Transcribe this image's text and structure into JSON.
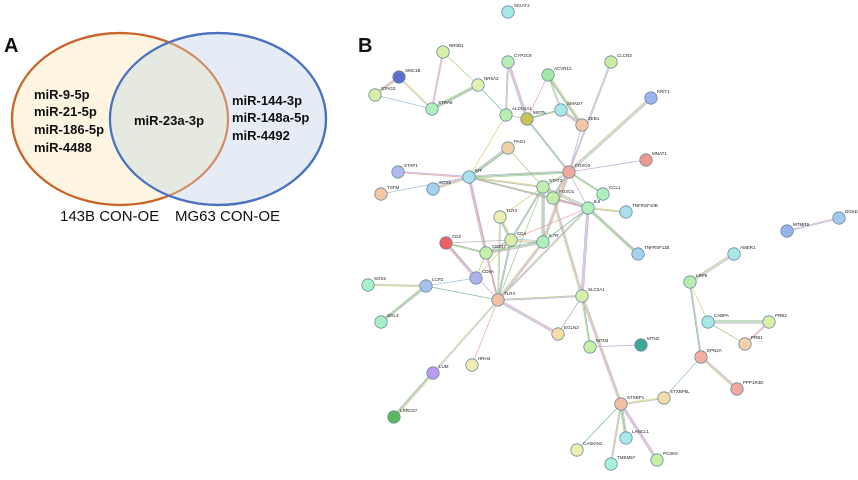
{
  "panels": {
    "a": "A",
    "b": "B"
  },
  "venn": {
    "left_set": {
      "label": "143B CON-OE",
      "items": [
        "miR-9-5p",
        "miR-21-5p",
        "miR-186-5p",
        "miR-4488"
      ],
      "fill": "#fdf5e2",
      "stroke": "#c8672b"
    },
    "right_set": {
      "label": "MG63 CON-OE",
      "items": [
        "miR-144-3p",
        "miR-148a-5p",
        "miR-4492"
      ],
      "fill": "#e6ecf6",
      "stroke": "#4a72c0"
    },
    "intersection": {
      "items": [
        "miR-23a-3p"
      ],
      "fill": "#e6e9df"
    }
  },
  "network": {
    "nodes": [
      {
        "id": "SIGAT2",
        "color": "#a9e8e8"
      },
      {
        "id": "NR0B1",
        "color": "#d9efa8"
      },
      {
        "id": "CYP2C9",
        "color": "#b8ecb0"
      },
      {
        "id": "CLCN3",
        "color": "#c8eca0"
      },
      {
        "id": "SMC1B",
        "color": "#5c6fd0"
      },
      {
        "id": "STAG3",
        "color": "#d9efa8"
      },
      {
        "id": "NR5A2",
        "color": "#e2efb0"
      },
      {
        "id": "ACVR1C",
        "color": "#a3e8a5"
      },
      {
        "id": "KRIT1",
        "color": "#9ab3ef"
      },
      {
        "id": "STRA8",
        "color": "#b0efc0"
      },
      {
        "id": "ALDH1A1",
        "color": "#b8ecb0"
      },
      {
        "id": "MSTN",
        "color": "#c9c25a"
      },
      {
        "id": "SMAD7",
        "color": "#a9e8e8"
      },
      {
        "id": "ZEB1",
        "color": "#f3c7a5"
      },
      {
        "id": "PAG1",
        "color": "#f3d0a8"
      },
      {
        "id": "FOXO3",
        "color": "#f0a8a0"
      },
      {
        "id": "MNAT1",
        "color": "#f09890"
      },
      {
        "id": "STAP1",
        "color": "#b0b8ef"
      },
      {
        "id": "SOX5",
        "color": "#a5d2ef"
      },
      {
        "id": "KIT",
        "color": "#a9e0ef"
      },
      {
        "id": "TSFM",
        "color": "#f3c7a5"
      },
      {
        "id": "STAT3",
        "color": "#c0efb0"
      },
      {
        "id": "FOXO1",
        "color": "#c8efa8"
      },
      {
        "id": "CCL1",
        "color": "#b0efc0"
      },
      {
        "id": "TLR3",
        "color": "#eeeeb0"
      },
      {
        "id": "IL6",
        "color": "#b0efb8"
      },
      {
        "id": "TNFRSF10B",
        "color": "#a9e0ef"
      },
      {
        "id": "CD2",
        "color": "#f06060"
      },
      {
        "id": "CD4",
        "color": "#d9efa8"
      },
      {
        "id": "IL7R",
        "color": "#b0efb8"
      },
      {
        "id": "CD247",
        "color": "#c8efa8"
      },
      {
        "id": "TNFRSF11B",
        "color": "#a5d2ef"
      },
      {
        "id": "MTMR9",
        "color": "#9ab3ef"
      },
      {
        "id": "DGKE",
        "color": "#a5c8ef"
      },
      {
        "id": "AMER1",
        "color": "#a9e8e8"
      },
      {
        "id": "CD8A",
        "color": "#b0b0ef"
      },
      {
        "id": "SOS2",
        "color": "#a9efc8"
      },
      {
        "id": "LCP2",
        "color": "#a5c2ef"
      },
      {
        "id": "TLR4",
        "color": "#f3c0a5"
      },
      {
        "id": "SLC2A1",
        "color": "#d9efa8"
      },
      {
        "id": "LRP6",
        "color": "#b8ecb0"
      },
      {
        "id": "CABPA",
        "color": "#a9e8e8"
      },
      {
        "id": "PRB2",
        "color": "#d9efa8"
      },
      {
        "id": "PRB1",
        "color": "#f3d0a8"
      },
      {
        "id": "EGLN2",
        "color": "#f3dca8"
      },
      {
        "id": "SGL3",
        "color": "#a9efc8"
      },
      {
        "id": "MTN3",
        "color": "#c8efa8"
      },
      {
        "id": "MTN2",
        "color": "#3fa89a"
      },
      {
        "id": "EPN2A",
        "color": "#f3b0a0"
      },
      {
        "id": "LUM",
        "color": "#b89cf0"
      },
      {
        "id": "HRH4",
        "color": "#eeeeb0"
      },
      {
        "id": "PPP1R3D",
        "color": "#f0a8a0"
      },
      {
        "id": "STXBP5L",
        "color": "#f3dca8"
      },
      {
        "id": "STXBP1",
        "color": "#f3c0a5"
      },
      {
        "id": "LRRC57",
        "color": "#5cb85c"
      },
      {
        "id": "LANCL1",
        "color": "#a9e8e8"
      },
      {
        "id": "CASKIN1",
        "color": "#eeeeb0"
      },
      {
        "id": "TMEM57",
        "color": "#a9efdc"
      },
      {
        "id": "PCSK6",
        "color": "#c8efa8"
      }
    ],
    "edges": [
      [
        "NR0B1",
        "NR5A2"
      ],
      [
        "NR0B1",
        "STRA8"
      ],
      [
        "STAG3",
        "SMC1B"
      ],
      [
        "STAG3",
        "STRA8"
      ],
      [
        "SMC1B",
        "STRA8"
      ],
      [
        "NR5A2",
        "STRA8"
      ],
      [
        "NR5A2",
        "ALDH1A1"
      ],
      [
        "CYP2C9",
        "ALDH1A1"
      ],
      [
        "CYP2C9",
        "MSTN"
      ],
      [
        "ACVR1C",
        "MSTN"
      ],
      [
        "ACVR1C",
        "SMAD7"
      ],
      [
        "ACVR1C",
        "ZEB1"
      ],
      [
        "ALDH1A1",
        "MSTN"
      ],
      [
        "MSTN",
        "SMAD7"
      ],
      [
        "SMAD7",
        "ZEB1"
      ],
      [
        "ZEB1",
        "FOXO3"
      ],
      [
        "CLCN3",
        "FOXO3"
      ],
      [
        "KRIT1",
        "FOXO3"
      ],
      [
        "ALDH1A1",
        "KIT"
      ],
      [
        "MSTN",
        "FOXO3"
      ],
      [
        "PAG1",
        "KIT"
      ],
      [
        "PAG1",
        "STAT3"
      ],
      [
        "STAP1",
        "KIT"
      ],
      [
        "SOX5",
        "KIT"
      ],
      [
        "TSFM",
        "KIT"
      ],
      [
        "KIT",
        "STAT3"
      ],
      [
        "KIT",
        "FOXO3"
      ],
      [
        "KIT",
        "FOXO1"
      ],
      [
        "KIT",
        "IL6"
      ],
      [
        "KIT",
        "CD247"
      ],
      [
        "KIT",
        "TLR4"
      ],
      [
        "FOXO3",
        "STAT3"
      ],
      [
        "FOXO3",
        "FOXO1"
      ],
      [
        "FOXO3",
        "IL6"
      ],
      [
        "FOXO3",
        "CCL1"
      ],
      [
        "FOXO3",
        "IL7R"
      ],
      [
        "MNAT1",
        "FOXO3"
      ],
      [
        "STAT3",
        "FOXO1"
      ],
      [
        "STAT3",
        "IL6"
      ],
      [
        "STAT3",
        "TLR3"
      ],
      [
        "STAT3",
        "CD4"
      ],
      [
        "STAT3",
        "IL7R"
      ],
      [
        "STAT3",
        "TLR4"
      ],
      [
        "FOXO1",
        "IL6"
      ],
      [
        "FOXO1",
        "SLC2A1"
      ],
      [
        "CCL1",
        "IL6"
      ],
      [
        "IL6",
        "TNFRSF10B"
      ],
      [
        "IL6",
        "TNFRSF11B"
      ],
      [
        "IL6",
        "IL7R"
      ],
      [
        "IL6",
        "TLR4"
      ],
      [
        "IL6",
        "SLC2A1"
      ],
      [
        "IL6",
        "CD4"
      ],
      [
        "TLR3",
        "TLR4"
      ],
      [
        "TLR3",
        "CD4"
      ],
      [
        "CD2",
        "CD4"
      ],
      [
        "CD2",
        "CD247"
      ],
      [
        "CD2",
        "CD8A"
      ],
      [
        "CD2",
        "TLR4"
      ],
      [
        "CD4",
        "CD247"
      ],
      [
        "CD4",
        "IL7R"
      ],
      [
        "CD4",
        "CD8A"
      ],
      [
        "CD4",
        "TLR4"
      ],
      [
        "CD247",
        "IL7R"
      ],
      [
        "CD247",
        "CD8A"
      ],
      [
        "CD247",
        "TLR4"
      ],
      [
        "IL7R",
        "TLR4"
      ],
      [
        "CD8A",
        "LCP2"
      ],
      [
        "LCP2",
        "SOS2"
      ],
      [
        "LCP2",
        "SGL3"
      ],
      [
        "LCP2",
        "TLR4"
      ],
      [
        "TLR4",
        "SLC2A1"
      ],
      [
        "TLR4",
        "EGLN2"
      ],
      [
        "TLR4",
        "HRH4"
      ],
      [
        "TLR4",
        "LUM"
      ],
      [
        "LUM",
        "LRRC57"
      ],
      [
        "SLC2A1",
        "EGLN2"
      ],
      [
        "SLC2A1",
        "MTN3"
      ],
      [
        "SLC2A1",
        "STXBP1"
      ],
      [
        "MTN3",
        "MTN2"
      ],
      [
        "MTMR9",
        "DGKE"
      ],
      [
        "AMER1",
        "LRP6"
      ],
      [
        "LRP6",
        "CABPA"
      ],
      [
        "LRP6",
        "EPN2A"
      ],
      [
        "CABPA",
        "PRB2"
      ],
      [
        "CABPA",
        "PRB1"
      ],
      [
        "PRB2",
        "PRB1"
      ],
      [
        "EPN2A",
        "PPP1R3D"
      ],
      [
        "EPN2A",
        "STXBP5L"
      ],
      [
        "STXBP1",
        "STXBP5L"
      ],
      [
        "STXBP1",
        "LANCL1"
      ],
      [
        "STXBP1",
        "CASKIN1"
      ],
      [
        "STXBP1",
        "TMEM57"
      ],
      [
        "STXBP1",
        "PCSK6"
      ]
    ]
  }
}
